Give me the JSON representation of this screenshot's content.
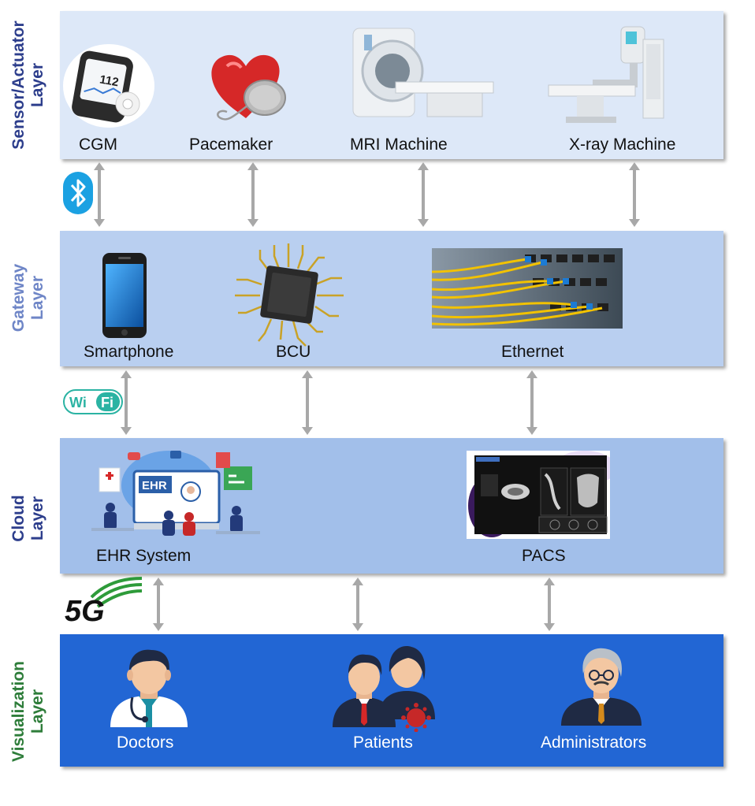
{
  "layers": {
    "sensor": {
      "title_line1": "Sensor/Actuator",
      "title_line2": "Layer",
      "title_color": "#2d3e8c",
      "items": [
        "CGM",
        "Pacemaker",
        "MRI Machine",
        "X-ray Machine"
      ]
    },
    "gateway": {
      "title_line1": "Gateway",
      "title_line2": "Layer",
      "title_color": "#6f86c7",
      "items": [
        "Smartphone",
        "BCU",
        "Ethernet"
      ]
    },
    "cloud": {
      "title_line1": "Cloud",
      "title_line2": "Layer",
      "title_color": "#2d3e8c",
      "items": [
        "EHR System",
        "PACS"
      ],
      "ehr_badge": "EHR"
    },
    "visualization": {
      "title_line1": "Visualization",
      "title_line2": "Layer",
      "title_color": "#2e7d3a",
      "items": [
        "Doctors",
        "Patients",
        "Administrators"
      ]
    }
  },
  "connections": {
    "bluetooth_icon": "bluetooth-icon",
    "wifi_label": "WiFi",
    "fiveg_label": "5G"
  },
  "colors": {
    "arrow": "#a8a8a8",
    "sensor_bg": "#dde8f8",
    "gateway_bg": "#b9cff0",
    "cloud_bg": "#a2bfea",
    "visualization_bg": "#2266d4"
  },
  "cgm_reading": "112"
}
